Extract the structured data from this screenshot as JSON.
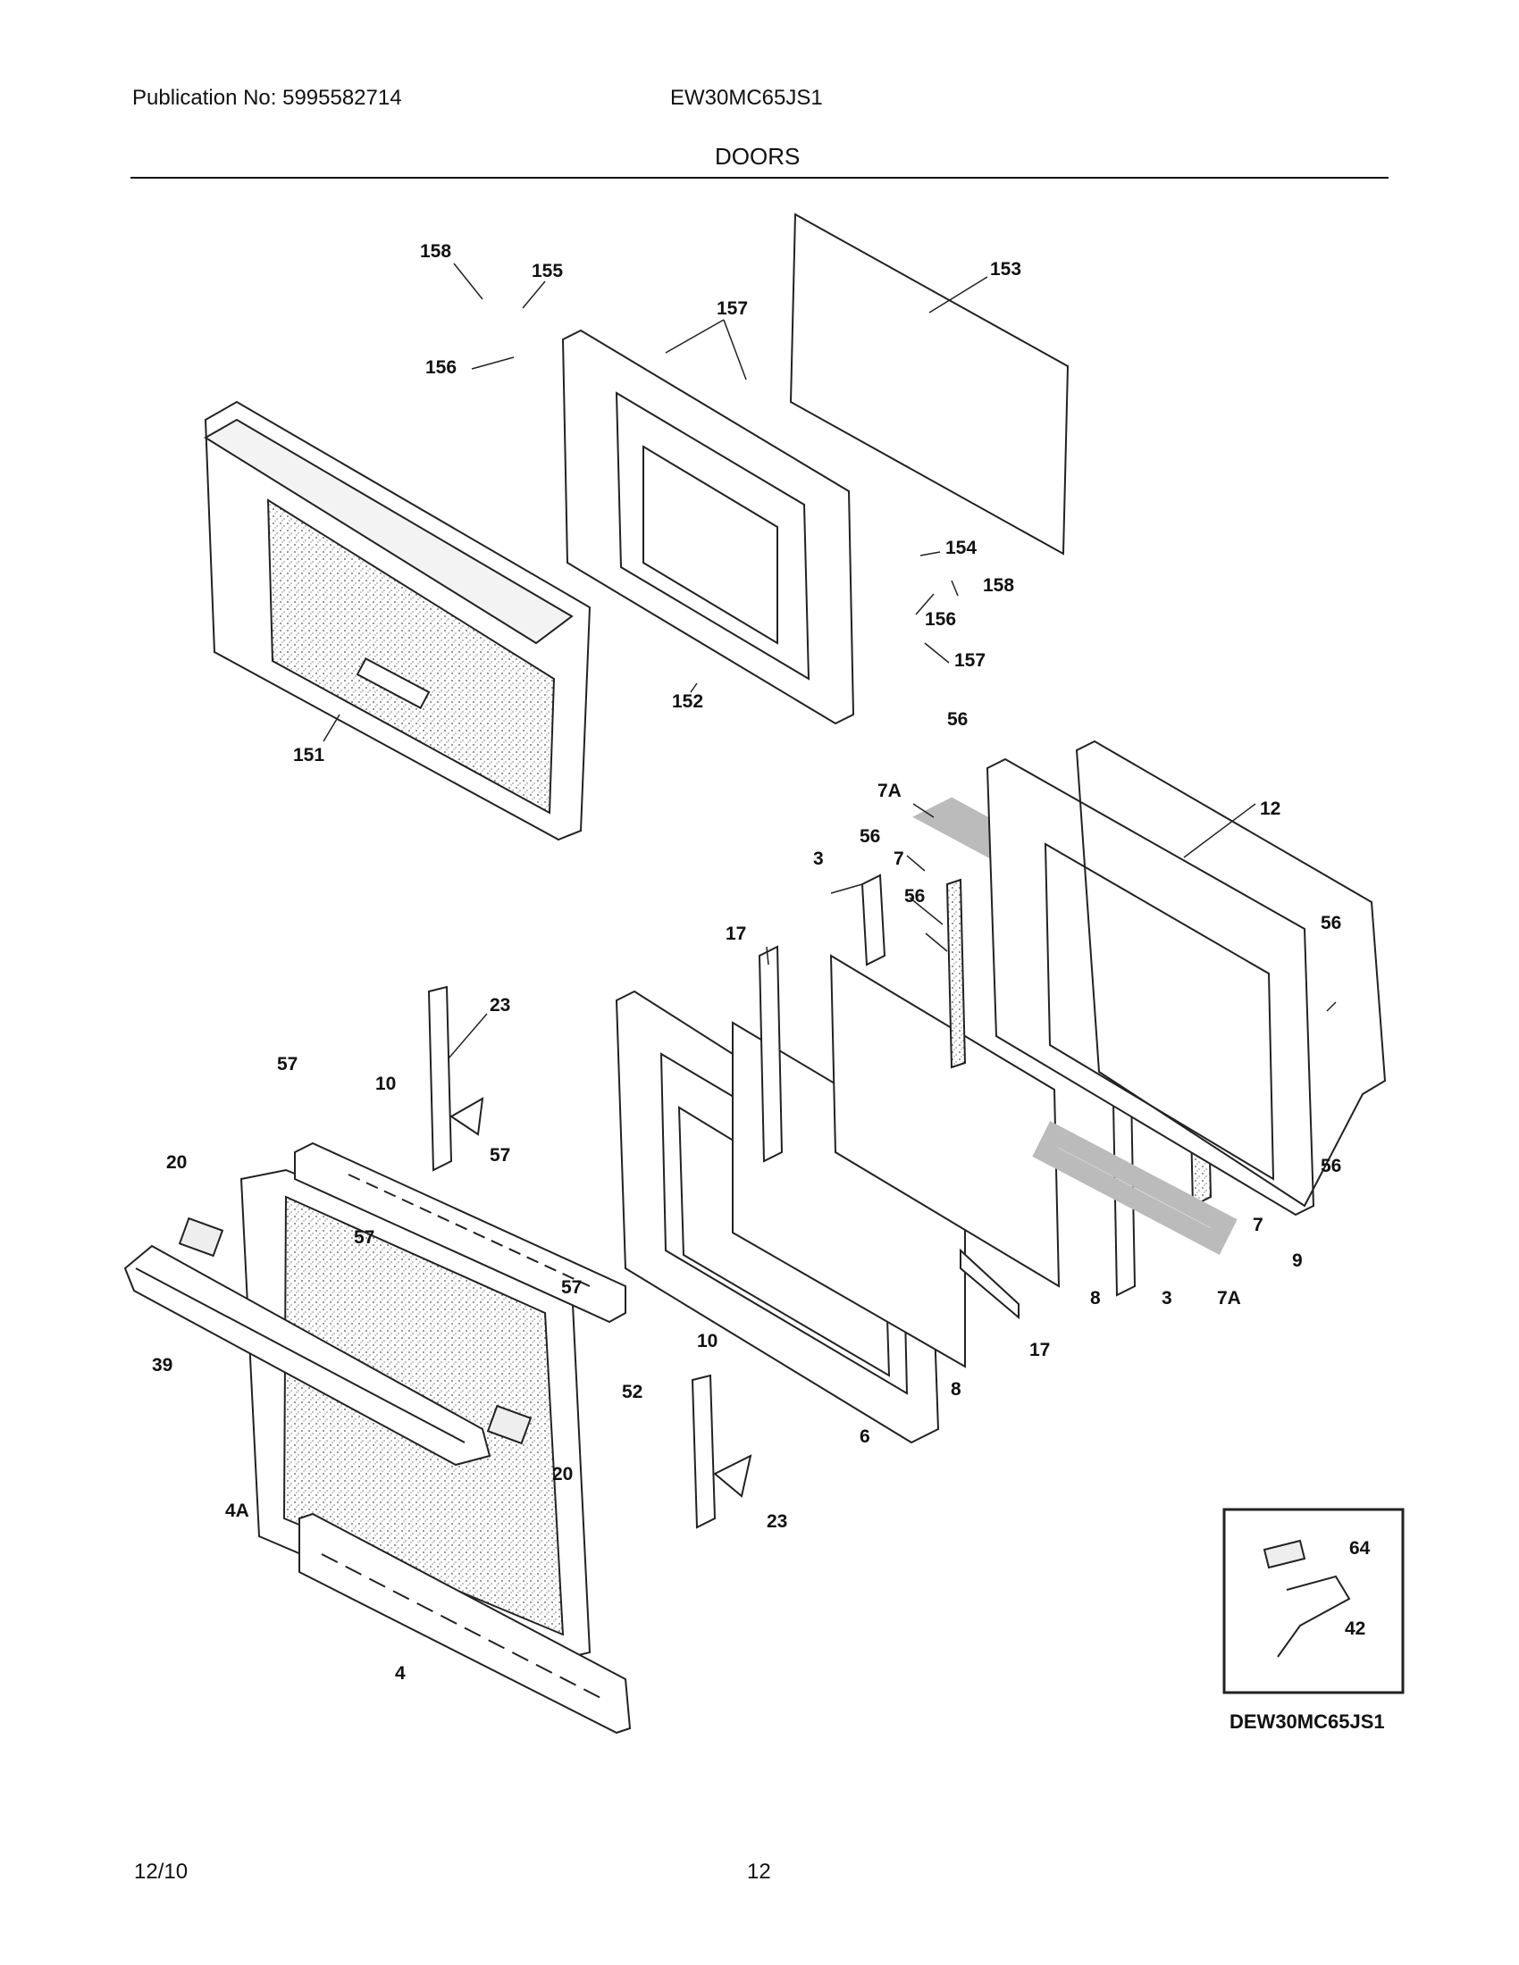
{
  "header": {
    "publication": "Publication No: 5995582714",
    "model": "EW30MC65JS1",
    "section": "DOORS"
  },
  "footer": {
    "date": "12/10",
    "page_number": "12"
  },
  "diagram_code": "DEW30MC65JS1",
  "parts": {
    "p158a": "158",
    "p155": "155",
    "p157a": "157",
    "p153": "153",
    "p156a": "156",
    "p154": "154",
    "p158b": "158",
    "p156b": "156",
    "p157b": "157",
    "p152": "152",
    "p151": "151",
    "p56a": "56",
    "p7Aa": "7A",
    "p12": "12",
    "p56b": "56",
    "p3a": "3",
    "p7a": "7",
    "p56c": "56",
    "p56d": "56",
    "p17a": "17",
    "p23a": "23",
    "p57a": "57",
    "p10a": "10",
    "p20a": "20",
    "p57b": "57",
    "p56e": "56",
    "p57c": "57",
    "p7b": "7",
    "p9": "9",
    "p57d": "57",
    "p8a": "8",
    "p3b": "3",
    "p7Ab": "7A",
    "p10b": "10",
    "p39": "39",
    "p52": "52",
    "p17b": "17",
    "p8b": "8",
    "p6": "6",
    "p20b": "20",
    "p4A": "4A",
    "p23b": "23",
    "p64": "64",
    "p42": "42",
    "p4": "4"
  }
}
